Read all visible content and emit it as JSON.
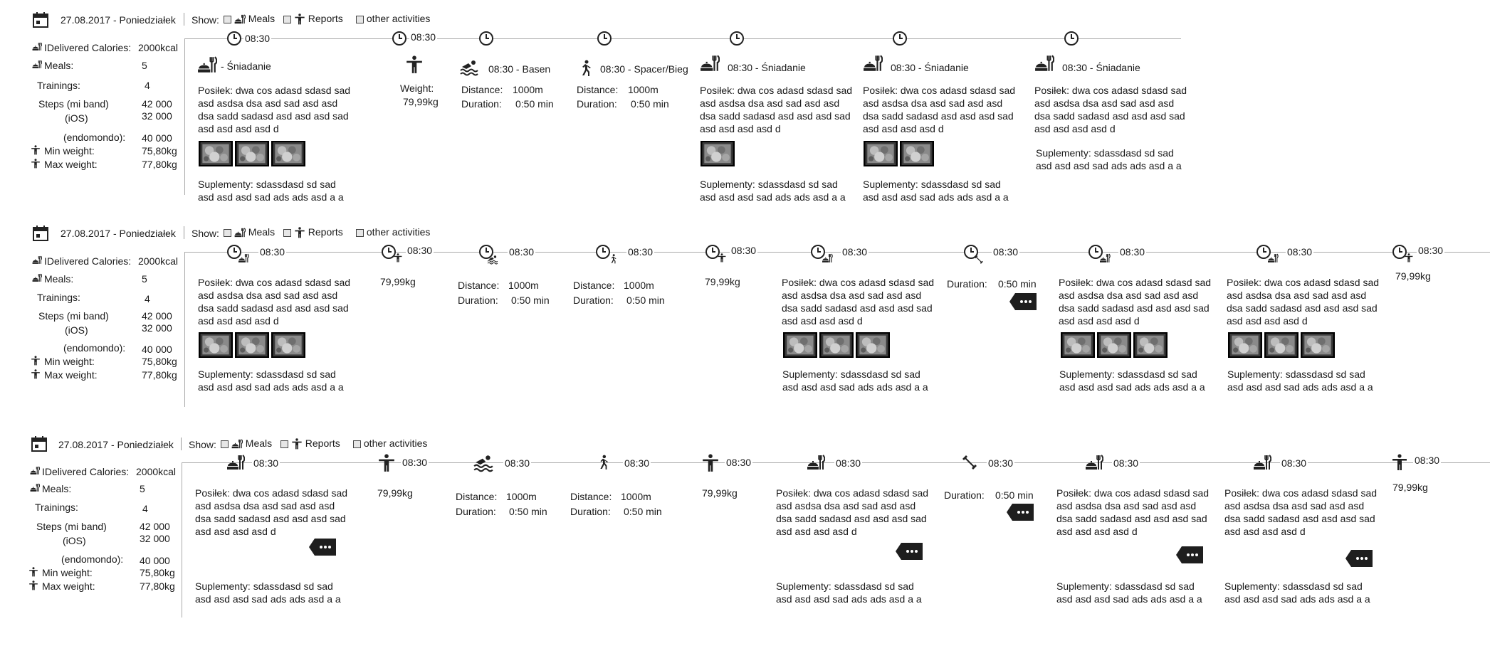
{
  "header": {
    "date": "27.08.2017 - Poniedziałek",
    "show_label": "Show:",
    "meals_label": "Meals",
    "reports_label": "Reports",
    "other_label": "other activities"
  },
  "summary": {
    "delivered_calories_label": "IDelivered Calories:",
    "delivered_calories_value": "2000kcal",
    "meals_label": "Meals:",
    "meals_value": "5",
    "trainings_label": "Trainings:",
    "trainings_value": "4",
    "steps_label": "Steps (mi band)",
    "steps_value": "42 000",
    "ios_label": "(iOS)",
    "ios_value": "32 000",
    "endomondo_label": "(endomondo):",
    "endomondo_value": "40 000",
    "min_weight_label": "Min weight:",
    "min_weight_value": "75,80kg",
    "max_weight_label": "Max weight:",
    "max_weight_value": "77,80kg"
  },
  "entries": {
    "time": "08:30",
    "meal_name": "- Śniadanie",
    "meal_title": "08:30 - Śniadanie",
    "basen_title": "08:30 -  Basen",
    "spacer_title": "08:30 -  Spacer/Bieg",
    "weight_label": "Weight:",
    "weight_value": "79,99kg",
    "distance_label": "Distance:",
    "distance_value": "1000m",
    "duration_label": "Duration:",
    "duration_value": "0:50 min",
    "meal_text": "Posiłek: dwa cos adasd  sdasd sad asd asdsa dsa asd sad asd asd dsa sadd sadasd asd asd asd sad asd asd asd asd d",
    "supplement_text_1": "Suplementy: sdassdasd sd sad",
    "supplement_text_2": "asd asd asd sad ads ads asd a a"
  },
  "icons": {
    "calendar": "calendar-icon",
    "clock": "clock-icon",
    "meal": "meal-icon",
    "weight": "person-weight-icon",
    "swim": "swim-icon",
    "run": "run-icon",
    "workout": "dumbbell-icon",
    "more": "more-tag-icon"
  }
}
